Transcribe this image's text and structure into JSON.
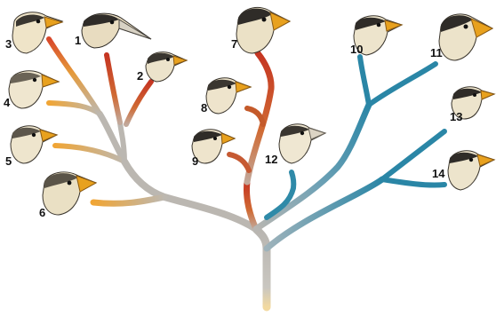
{
  "colors": {
    "trunk": "#b9b7b3",
    "warm_light": "#f0a73a",
    "warm_dark": "#c9391f",
    "cool": "#2f8aa8",
    "head_fill": "#efe6cf",
    "head_dark": "#2b2a28",
    "beak": "#e8a11e"
  },
  "labels": [
    {
      "id": "3",
      "text": "3"
    },
    {
      "id": "1",
      "text": "1"
    },
    {
      "id": "2",
      "text": "2"
    },
    {
      "id": "7",
      "text": "7"
    },
    {
      "id": "10",
      "text": "10"
    },
    {
      "id": "11",
      "text": "11"
    },
    {
      "id": "4",
      "text": "4"
    },
    {
      "id": "8",
      "text": "8"
    },
    {
      "id": "13",
      "text": "13"
    },
    {
      "id": "5",
      "text": "5"
    },
    {
      "id": "9",
      "text": "9"
    },
    {
      "id": "12",
      "text": "12"
    },
    {
      "id": "14",
      "text": "14"
    },
    {
      "id": "6",
      "text": "6"
    }
  ]
}
